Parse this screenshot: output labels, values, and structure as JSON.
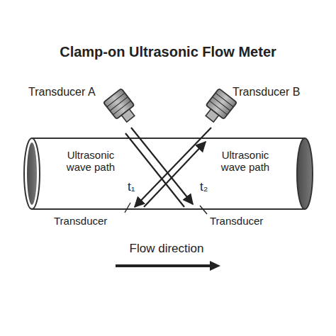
{
  "diagram": {
    "title": "Clamp-on Ultrasonic Flow Meter",
    "labels": [
      "Transducer A",
      "Transducer B",
      "Ultrasonic wave path",
      "Ultrasonic wave path",
      "t₁",
      "t₂",
      "Transducer",
      "Transducer",
      "Flow direction"
    ]
  }
}
